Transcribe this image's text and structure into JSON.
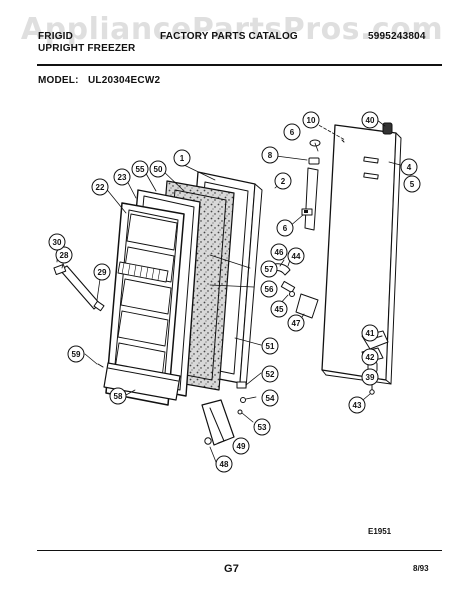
{
  "header": {
    "line1_left": "FRIGID",
    "line1_mid": "FACTORY PARTS CATALOG",
    "line1_right": "5995243804",
    "line2": "UPRIGHT FREEZER",
    "model_label": "MODEL:",
    "model_value": "UL20304ECW2"
  },
  "watermark": "AppliancePartsPros.com",
  "diagram": {
    "callouts": [
      "1",
      "2",
      "4",
      "5",
      "6",
      "6",
      "8",
      "10",
      "22",
      "23",
      "28",
      "29",
      "30",
      "39",
      "40",
      "41",
      "42",
      "43",
      "44",
      "45",
      "46",
      "47",
      "48",
      "49",
      "50",
      "51",
      "52",
      "53",
      "54",
      "55",
      "56",
      "57",
      "58",
      "59"
    ],
    "code": "E1951"
  },
  "footer": {
    "page": "G7",
    "date": "8/93"
  },
  "colors": {
    "ink": "#111111",
    "watermark": "#969696",
    "background": "#ffffff"
  }
}
